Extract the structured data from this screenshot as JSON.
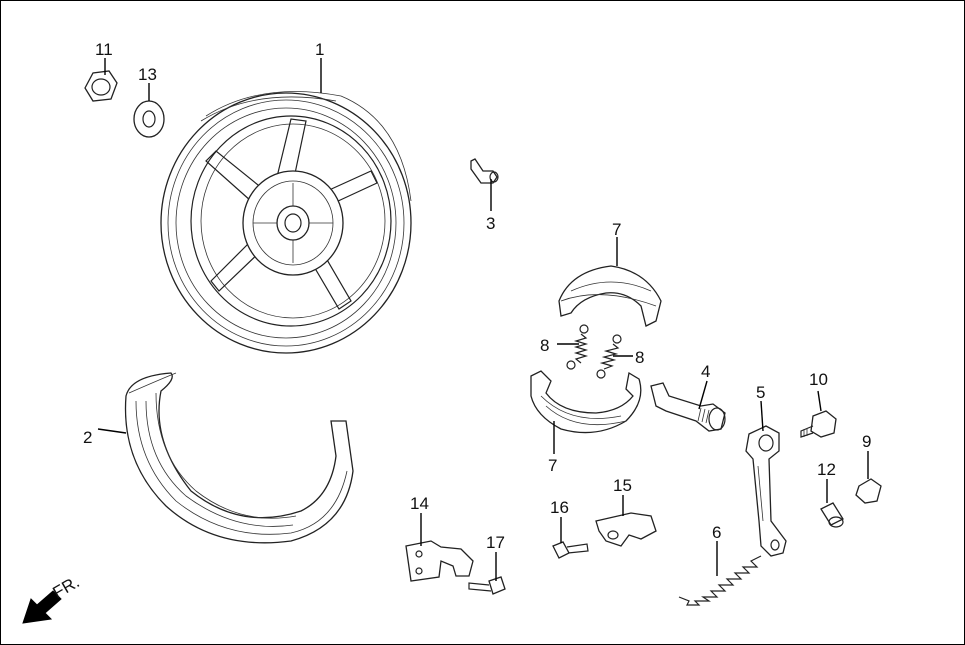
{
  "labels": {
    "p1": "1",
    "p2": "2",
    "p3": "3",
    "p4": "4",
    "p5": "5",
    "p6": "6",
    "p7a": "7",
    "p7b": "7",
    "p8a": "8",
    "p8b": "8",
    "p9": "9",
    "p10": "10",
    "p11": "11",
    "p12": "12",
    "p13": "13",
    "p14": "14",
    "p15": "15",
    "p16": "16",
    "p17": "17"
  },
  "direction_text": "FR.",
  "icons": {
    "direction": "arrow-down-left-icon"
  }
}
